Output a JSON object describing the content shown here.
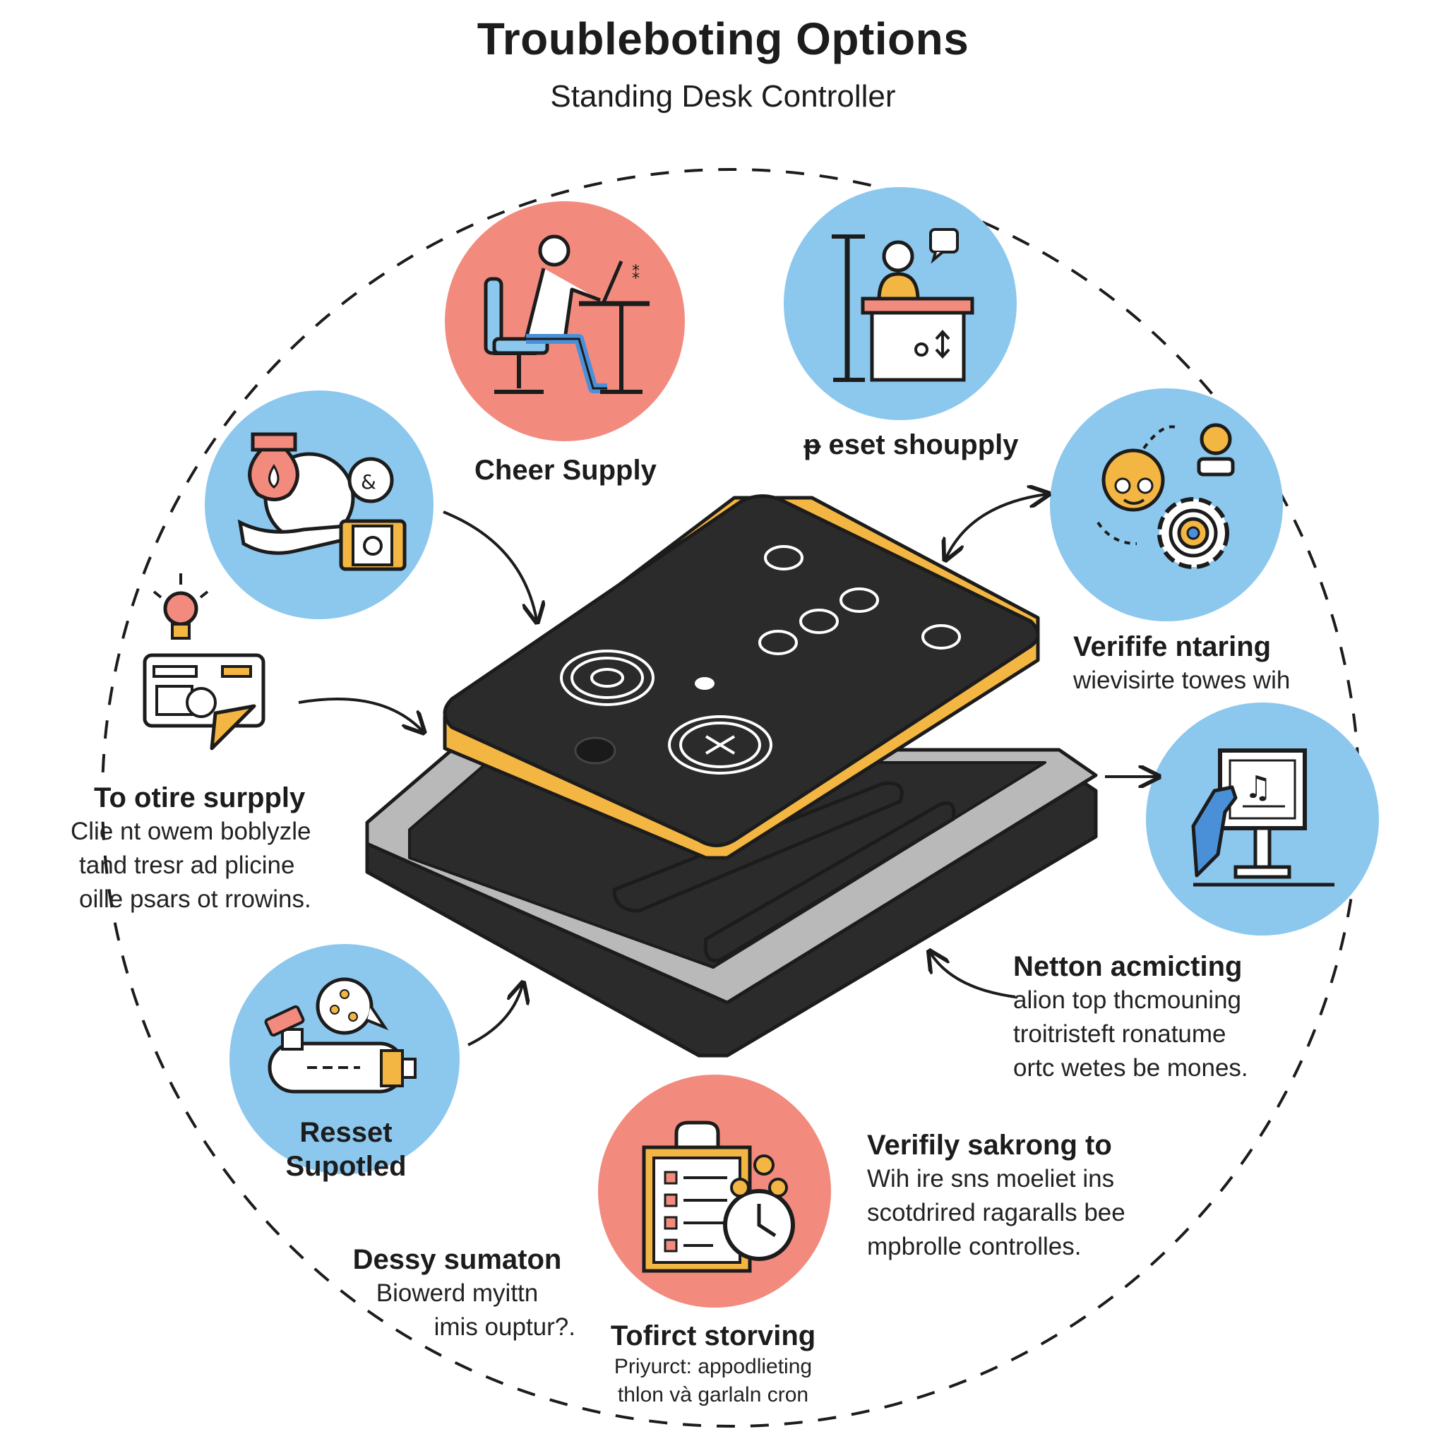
{
  "header": {
    "title": "Troubleboting Options",
    "subtitle": "Standing Desk Controller"
  },
  "colors": {
    "salmon": "#F28B7E",
    "sky": "#8CC7EE",
    "accent_yellow": "#F4B642",
    "device_dark": "#2B2B2B",
    "device_gray": "#B9B9B9",
    "line": "#1C1C1C"
  },
  "nodes": {
    "sitting": {
      "icon": "sitting-desk-icon",
      "label": "Cheer Supply"
    },
    "standing": {
      "icon": "standing-desk-icon",
      "label": "ᵽ eset shoupply"
    },
    "power": {
      "icon": "power-hand-icon"
    },
    "support": {
      "icon": "support-gear-icon",
      "label": "Verifife ntaring",
      "desc": [
        "wievisirte towes wih"
      ]
    },
    "monitor": {
      "icon": "monitor-hand-icon"
    },
    "bulb": {
      "icon": "lightbulb-card-icon",
      "label": "To otire surpply",
      "desc": [
        "Clie nt owem boblyzle",
        "tand tresr ad plicine",
        "oille psars ot rrowins."
      ]
    },
    "reset": {
      "icon": "reset-tool-icon",
      "label_lines": [
        "Resset",
        "Supotled"
      ]
    },
    "netton": {
      "label": "Netton acmicting",
      "desc": [
        "alion top thcmouning",
        "troitristeft ronatume",
        "ortc wetes be mones."
      ]
    },
    "verify": {
      "label": "Verifily sakrong to",
      "desc": [
        "Wih ire sns moeliet ins",
        "scotdrired ragaralls bee",
        "mpbrolle controlles."
      ]
    },
    "checklist": {
      "icon": "checklist-clock-icon",
      "label": "Tofirct storving",
      "desc": [
        "Priyurct: appodlieting",
        "thlon và garlaln cron"
      ]
    },
    "dessy": {
      "label": "Dessy sumaton",
      "desc": [
        "Biowerd myittn",
        "imis ouptur?."
      ]
    }
  }
}
